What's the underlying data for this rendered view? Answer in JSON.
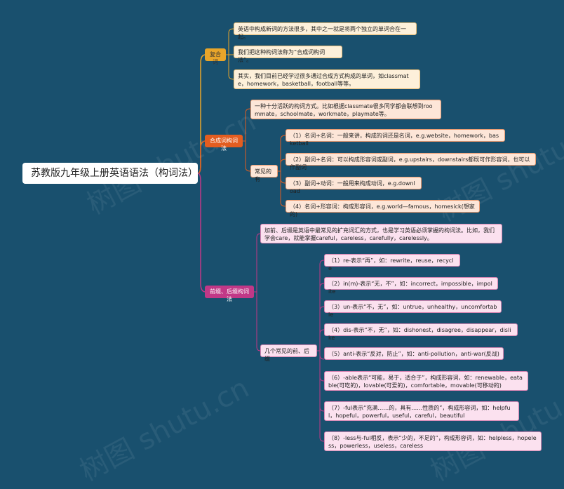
{
  "root": "苏教版九年级上册英语语法（构词法）",
  "branches": {
    "compound": {
      "label": "复合词",
      "items": [
        "英语中构成新词的方法很多，其中之一就是将两个独立的单词合在一起。",
        "我们把这种构词法称为“合成词构词法”。",
        "其实，我们目前已经学过很多通过合成方式构成的单词，如classmate，homework，basketball，football等等。"
      ]
    },
    "synthesis": {
      "label": "合成词构词法",
      "intro": "一种十分活跃的构词方式。比如根据classmate很多同学都会联想到roommate，schoolmate，workmate，playmate等。",
      "common_label": "常见的有",
      "common_items": [
        "（1）名词+名词：一般来讲，构成的词还是名词，e.g.website，homework，basketball",
        "（2）副词+名词：可以构成形容词或副词，e.g.upstairs，downstairs都既可作形容词，也可以作副词",
        "（3）副词+动词：一般用来构成动词，e.g.download",
        "（4）名词+形容词：构成形容词，e.g.world—famous，homesick(想家的)"
      ]
    },
    "affix": {
      "label": "前缀、后缀构词法",
      "intro": "加前、后缀是英语中最常见的扩充词汇的方式，也是学习英语必须掌握的构词法。比如，我们学会care，就能掌握careful，careless，carefully，carelessly。",
      "common_label": "几个常见的前、后缀",
      "common_items": [
        "（1）re-表示“再”，如：rewrite，reuse，recycle",
        "（2）in(m)-表示“无，不”，如：incorrect，impossible，impolite",
        "（3）un-表示“不，无”，如：untrue，unhealthy，uncomfortable",
        "（4）dis-表示“不，无”，如：dishonest，disagree，disappear，dislike",
        "（5）anti-表示“反对，防止”，如：anti-pollution，anti-war(反战)",
        "（6）-able表示“可能，易于，适合于”，构成形容词，如：renewable，eatable(可吃的)，lovable(可爱的)，comfortable，movable(可移动的)",
        "（7）-ful表示“充满……的，具有……性质的”，构成形容词，如：helpful，hopeful，powerful，useful，careful，beautiful",
        "（8）-less与-ful相反，表示“少的，不足的”，构成形容词，如：helpless，hopeless，powerless，useless，careless"
      ]
    }
  },
  "colors": {
    "background": "#19506e",
    "yellow": "#e8a52a",
    "orange": "#e35d20",
    "pink": "#c13887"
  }
}
